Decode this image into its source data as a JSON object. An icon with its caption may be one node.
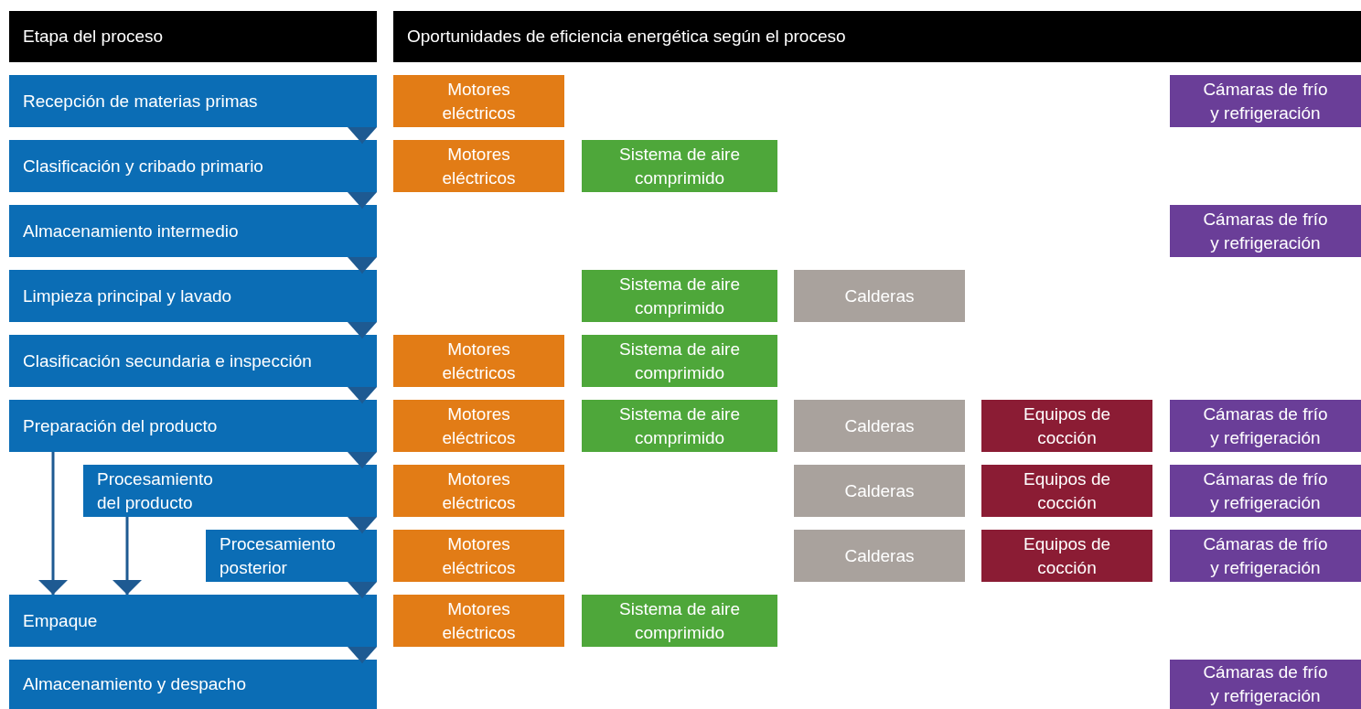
{
  "diagram": {
    "nodes": [
      {
        "text": [
          "Etapa del proceso"
        ]
      },
      {
        "text": [
          "Oportunidades de eficiencia energética según el proceso"
        ]
      },
      {
        "text": [
          "Recepción de materias primas"
        ]
      },
      {
        "text": [
          "Motores eléctricos"
        ]
      },
      {
        "text": [
          "Cámaras de frío y refrigeración"
        ]
      },
      {
        "text": [
          "Clasificación y cribado primario"
        ]
      },
      {
        "text": [
          "Motores eléctricos"
        ]
      },
      {
        "text": [
          "Sistema de aire comprimido"
        ]
      },
      {
        "text": [
          "Almacenamiento intermedio"
        ]
      },
      {
        "text": [
          "Cámaras de frío y refrigeración"
        ]
      },
      {
        "text": [
          "Limpieza principal y lavado"
        ]
      },
      {
        "text": [
          "Sistema de aire comprimido"
        ]
      },
      {
        "text": [
          "Calderas"
        ]
      },
      {
        "text": [
          "Clasificación secundaria e inspección"
        ]
      },
      {
        "text": [
          "Motores eléctricos"
        ]
      },
      {
        "text": [
          "Sistema de aire comprimido"
        ]
      },
      {
        "text": [
          "Preparación del producto"
        ]
      },
      {
        "text": [
          "Motores eléctricos"
        ]
      },
      {
        "text": [
          "Sistema de aire comprimido"
        ]
      },
      {
        "text": [
          "Calderas"
        ]
      },
      {
        "text": [
          "Equipos de cocción"
        ]
      },
      {
        "text": [
          "Cámaras de frío y refrigeración"
        ]
      },
      {
        "text": [
          "Procesamiento del producto"
        ]
      },
      {
        "text": [
          "Motores eléctricos"
        ]
      },
      {
        "text": [
          "Calderas"
        ]
      },
      {
        "text": [
          "Equipos de cocción"
        ]
      },
      {
        "text": [
          "Cámaras de frío y refrigeración"
        ]
      },
      {
        "text": [
          "Procesamiento posterior"
        ]
      },
      {
        "text": [
          "Motores eléctricos"
        ]
      },
      {
        "text": [
          "Calderas"
        ]
      },
      {
        "text": [
          "Equipos de cocción"
        ]
      },
      {
        "text": [
          "Cámaras de frío y refrigeración"
        ]
      },
      {
        "text": [
          "Empaque"
        ]
      },
      {
        "text": [
          "Motores eléctricos"
        ]
      },
      {
        "text": [
          "Sistema de aire comprimido"
        ]
      },
      {
        "text": [
          "Almacenamiento y despacho"
        ]
      },
      {
        "text": [
          "Cámaras de frío y refrigeración"
        ]
      }
    ],
    "edges": [
      {
        "from": 2,
        "to": 5,
        "arrow": "to"
      },
      {
        "from": 5,
        "to": 8,
        "arrow": "to"
      },
      {
        "from": 8,
        "to": 10,
        "arrow": "to"
      },
      {
        "from": 10,
        "to": 13,
        "arrow": "to"
      },
      {
        "from": 13,
        "to": 16,
        "arrow": "to"
      },
      {
        "from": 16,
        "to": 22,
        "arrow": "to"
      },
      {
        "from": 22,
        "to": 27,
        "arrow": "to"
      },
      {
        "from": 27,
        "to": 32,
        "arrow": "to"
      },
      {
        "from": 32,
        "to": 35,
        "arrow": "to"
      },
      {
        "from": 16,
        "to": 32,
        "arrow": "to"
      },
      {
        "from": 22,
        "to": 32,
        "arrow": "to"
      }
    ]
  }
}
